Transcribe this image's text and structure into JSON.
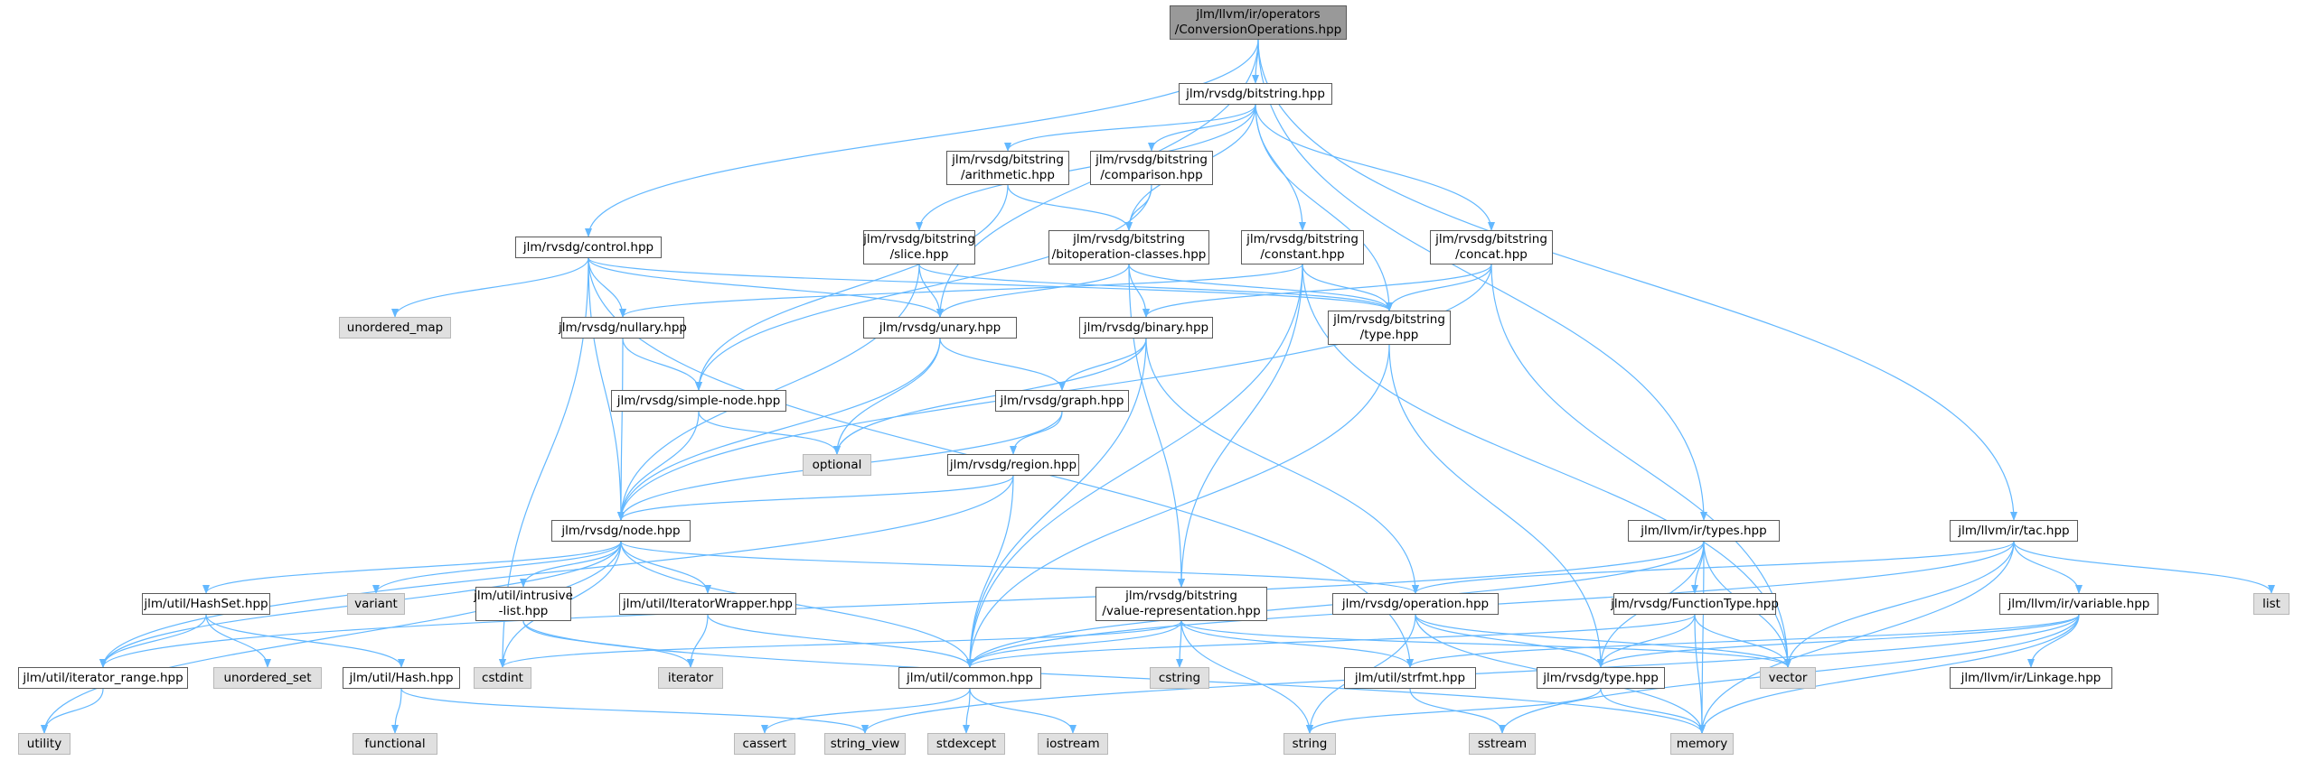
{
  "graph": {
    "edge_color": "#63b8ff",
    "root_fill": "#999999",
    "system_header_fill": "#e0e0e0",
    "nodes": [
      {
        "id": "root",
        "lines": [
          "jlm/llvm/ir/operators",
          "/ConversionOperations.hpp"
        ],
        "kind": "root"
      },
      {
        "id": "bitstring",
        "lines": [
          "jlm/rvsdg/bitstring.hpp"
        ],
        "kind": "file"
      },
      {
        "id": "arith",
        "lines": [
          "jlm/rvsdg/bitstring",
          "/arithmetic.hpp"
        ],
        "kind": "file"
      },
      {
        "id": "comparison",
        "lines": [
          "jlm/rvsdg/bitstring",
          "/comparison.hpp"
        ],
        "kind": "file"
      },
      {
        "id": "control",
        "lines": [
          "jlm/rvsdg/control.hpp"
        ],
        "kind": "file"
      },
      {
        "id": "slice",
        "lines": [
          "jlm/rvsdg/bitstring",
          "/slice.hpp"
        ],
        "kind": "file"
      },
      {
        "id": "bitop",
        "lines": [
          "jlm/rvsdg/bitstring",
          "/bitoperation-classes.hpp"
        ],
        "kind": "file"
      },
      {
        "id": "constant",
        "lines": [
          "jlm/rvsdg/bitstring",
          "/constant.hpp"
        ],
        "kind": "file"
      },
      {
        "id": "concat",
        "lines": [
          "jlm/rvsdg/bitstring",
          "/concat.hpp"
        ],
        "kind": "file"
      },
      {
        "id": "umap",
        "lines": [
          "unordered_map"
        ],
        "kind": "system"
      },
      {
        "id": "nullary",
        "lines": [
          "jlm/rvsdg/nullary.hpp"
        ],
        "kind": "file"
      },
      {
        "id": "unary",
        "lines": [
          "jlm/rvsdg/unary.hpp"
        ],
        "kind": "file"
      },
      {
        "id": "binary",
        "lines": [
          "jlm/rvsdg/binary.hpp"
        ],
        "kind": "file"
      },
      {
        "id": "btype",
        "lines": [
          "jlm/rvsdg/bitstring",
          "/type.hpp"
        ],
        "kind": "file"
      },
      {
        "id": "simplenode",
        "lines": [
          "jlm/rvsdg/simple-node.hpp"
        ],
        "kind": "file"
      },
      {
        "id": "graphh",
        "lines": [
          "jlm/rvsdg/graph.hpp"
        ],
        "kind": "file"
      },
      {
        "id": "optional",
        "lines": [
          "optional"
        ],
        "kind": "system"
      },
      {
        "id": "region",
        "lines": [
          "jlm/rvsdg/region.hpp"
        ],
        "kind": "file"
      },
      {
        "id": "node",
        "lines": [
          "jlm/rvsdg/node.hpp"
        ],
        "kind": "file"
      },
      {
        "id": "llvmtypes",
        "lines": [
          "jlm/llvm/ir/types.hpp"
        ],
        "kind": "file"
      },
      {
        "id": "tac",
        "lines": [
          "jlm/llvm/ir/tac.hpp"
        ],
        "kind": "file"
      },
      {
        "id": "list",
        "lines": [
          "list"
        ],
        "kind": "system"
      },
      {
        "id": "hashset",
        "lines": [
          "jlm/util/HashSet.hpp"
        ],
        "kind": "file"
      },
      {
        "id": "variant",
        "lines": [
          "variant"
        ],
        "kind": "system"
      },
      {
        "id": "intrusive",
        "lines": [
          "jlm/util/intrusive",
          "-list.hpp"
        ],
        "kind": "file"
      },
      {
        "id": "iterwrap",
        "lines": [
          "jlm/util/IteratorWrapper.hpp"
        ],
        "kind": "file"
      },
      {
        "id": "valuerep",
        "lines": [
          "jlm/rvsdg/bitstring",
          "/value-representation.hpp"
        ],
        "kind": "file"
      },
      {
        "id": "operation",
        "lines": [
          "jlm/rvsdg/operation.hpp"
        ],
        "kind": "file"
      },
      {
        "id": "functype",
        "lines": [
          "jlm/rvsdg/FunctionType.hpp"
        ],
        "kind": "file"
      },
      {
        "id": "variable",
        "lines": [
          "jlm/llvm/ir/variable.hpp"
        ],
        "kind": "file"
      },
      {
        "id": "iterrange",
        "lines": [
          "jlm/util/iterator_range.hpp"
        ],
        "kind": "file"
      },
      {
        "id": "uset",
        "lines": [
          "unordered_set"
        ],
        "kind": "system"
      },
      {
        "id": "hash",
        "lines": [
          "jlm/util/Hash.hpp"
        ],
        "kind": "file"
      },
      {
        "id": "cstdint",
        "lines": [
          "cstdint"
        ],
        "kind": "system"
      },
      {
        "id": "iterator",
        "lines": [
          "iterator"
        ],
        "kind": "system"
      },
      {
        "id": "common",
        "lines": [
          "jlm/util/common.hpp"
        ],
        "kind": "file"
      },
      {
        "id": "cstring",
        "lines": [
          "cstring"
        ],
        "kind": "system"
      },
      {
        "id": "strfmt",
        "lines": [
          "jlm/util/strfmt.hpp"
        ],
        "kind": "file"
      },
      {
        "id": "rtype",
        "lines": [
          "jlm/rvsdg/type.hpp"
        ],
        "kind": "file"
      },
      {
        "id": "vector",
        "lines": [
          "vector"
        ],
        "kind": "system"
      },
      {
        "id": "linkage",
        "lines": [
          "jlm/llvm/ir/Linkage.hpp"
        ],
        "kind": "file"
      },
      {
        "id": "utility",
        "lines": [
          "utility"
        ],
        "kind": "system"
      },
      {
        "id": "functional",
        "lines": [
          "functional"
        ],
        "kind": "system"
      },
      {
        "id": "cassert",
        "lines": [
          "cassert"
        ],
        "kind": "system"
      },
      {
        "id": "stringview",
        "lines": [
          "string_view"
        ],
        "kind": "system"
      },
      {
        "id": "stdexcept",
        "lines": [
          "stdexcept"
        ],
        "kind": "system"
      },
      {
        "id": "iostream",
        "lines": [
          "iostream"
        ],
        "kind": "system"
      },
      {
        "id": "string",
        "lines": [
          "string"
        ],
        "kind": "system"
      },
      {
        "id": "sstream",
        "lines": [
          "sstream"
        ],
        "kind": "system"
      },
      {
        "id": "memory",
        "lines": [
          "memory"
        ],
        "kind": "system"
      }
    ],
    "edges": [
      [
        "root",
        "bitstring"
      ],
      [
        "root",
        "control"
      ],
      [
        "root",
        "unary"
      ],
      [
        "root",
        "llvmtypes"
      ],
      [
        "root",
        "tac"
      ],
      [
        "bitstring",
        "arith"
      ],
      [
        "bitstring",
        "comparison"
      ],
      [
        "bitstring",
        "slice"
      ],
      [
        "bitstring",
        "bitop"
      ],
      [
        "bitstring",
        "constant"
      ],
      [
        "bitstring",
        "concat"
      ],
      [
        "bitstring",
        "btype"
      ],
      [
        "arith",
        "bitop"
      ],
      [
        "arith",
        "simplenode"
      ],
      [
        "comparison",
        "bitop"
      ],
      [
        "comparison",
        "simplenode"
      ],
      [
        "control",
        "umap"
      ],
      [
        "control",
        "nullary"
      ],
      [
        "control",
        "unary"
      ],
      [
        "control",
        "btype"
      ],
      [
        "control",
        "node"
      ],
      [
        "control",
        "cstdint"
      ],
      [
        "control",
        "strfmt"
      ],
      [
        "slice",
        "unary"
      ],
      [
        "slice",
        "btype"
      ],
      [
        "slice",
        "node"
      ],
      [
        "bitop",
        "unary"
      ],
      [
        "bitop",
        "binary"
      ],
      [
        "bitop",
        "btype"
      ],
      [
        "bitop",
        "valuerep"
      ],
      [
        "constant",
        "nullary"
      ],
      [
        "constant",
        "btype"
      ],
      [
        "constant",
        "valuerep"
      ],
      [
        "constant",
        "common"
      ],
      [
        "constant",
        "vector"
      ],
      [
        "concat",
        "binary"
      ],
      [
        "concat",
        "btype"
      ],
      [
        "concat",
        "node"
      ],
      [
        "concat",
        "vector"
      ],
      [
        "nullary",
        "simplenode"
      ],
      [
        "nullary",
        "node"
      ],
      [
        "unary",
        "graphh"
      ],
      [
        "unary",
        "node"
      ],
      [
        "unary",
        "optional"
      ],
      [
        "binary",
        "graphh"
      ],
      [
        "binary",
        "optional"
      ],
      [
        "binary",
        "operation"
      ],
      [
        "binary",
        "common"
      ],
      [
        "btype",
        "rtype"
      ],
      [
        "btype",
        "common"
      ],
      [
        "simplenode",
        "node"
      ],
      [
        "simplenode",
        "optional"
      ],
      [
        "graphh",
        "region"
      ],
      [
        "graphh",
        "node"
      ],
      [
        "region",
        "node"
      ],
      [
        "region",
        "common"
      ],
      [
        "region",
        "iterrange"
      ],
      [
        "node",
        "hashset"
      ],
      [
        "node",
        "variant"
      ],
      [
        "node",
        "intrusive"
      ],
      [
        "node",
        "iterwrap"
      ],
      [
        "node",
        "operation"
      ],
      [
        "node",
        "common"
      ],
      [
        "node",
        "cstdint"
      ],
      [
        "node",
        "iterrange"
      ],
      [
        "node",
        "utility"
      ],
      [
        "llvmtypes",
        "functype"
      ],
      [
        "llvmtypes",
        "rtype"
      ],
      [
        "llvmtypes",
        "vector"
      ],
      [
        "llvmtypes",
        "memory"
      ],
      [
        "llvmtypes",
        "common"
      ],
      [
        "llvmtypes",
        "iterrange"
      ],
      [
        "tac",
        "operation"
      ],
      [
        "tac",
        "variable"
      ],
      [
        "tac",
        "list"
      ],
      [
        "tac",
        "vector"
      ],
      [
        "tac",
        "memory"
      ],
      [
        "tac",
        "common"
      ],
      [
        "hashset",
        "iterrange"
      ],
      [
        "hashset",
        "uset"
      ],
      [
        "hashset",
        "hash"
      ],
      [
        "intrusive",
        "iterator"
      ],
      [
        "intrusive",
        "memory"
      ],
      [
        "iterwrap",
        "iterator"
      ],
      [
        "iterwrap",
        "common"
      ],
      [
        "valuerep",
        "common"
      ],
      [
        "valuerep",
        "cstring"
      ],
      [
        "valuerep",
        "strfmt"
      ],
      [
        "valuerep",
        "string"
      ],
      [
        "valuerep",
        "vector"
      ],
      [
        "valuerep",
        "cstdint"
      ],
      [
        "operation",
        "rtype"
      ],
      [
        "operation",
        "string"
      ],
      [
        "operation",
        "memory"
      ],
      [
        "operation",
        "vector"
      ],
      [
        "functype",
        "rtype"
      ],
      [
        "functype",
        "vector"
      ],
      [
        "functype",
        "memory"
      ],
      [
        "functype",
        "common"
      ],
      [
        "variable",
        "rtype"
      ],
      [
        "variable",
        "strfmt"
      ],
      [
        "variable",
        "linkage"
      ],
      [
        "variable",
        "memory"
      ],
      [
        "variable",
        "sstream"
      ],
      [
        "variable",
        "stringview"
      ],
      [
        "iterrange",
        "utility"
      ],
      [
        "hash",
        "functional"
      ],
      [
        "hash",
        "stringview"
      ],
      [
        "common",
        "cassert"
      ],
      [
        "common",
        "stdexcept"
      ],
      [
        "common",
        "iostream"
      ],
      [
        "strfmt",
        "sstream"
      ],
      [
        "rtype",
        "string"
      ],
      [
        "rtype",
        "memory"
      ]
    ]
  }
}
